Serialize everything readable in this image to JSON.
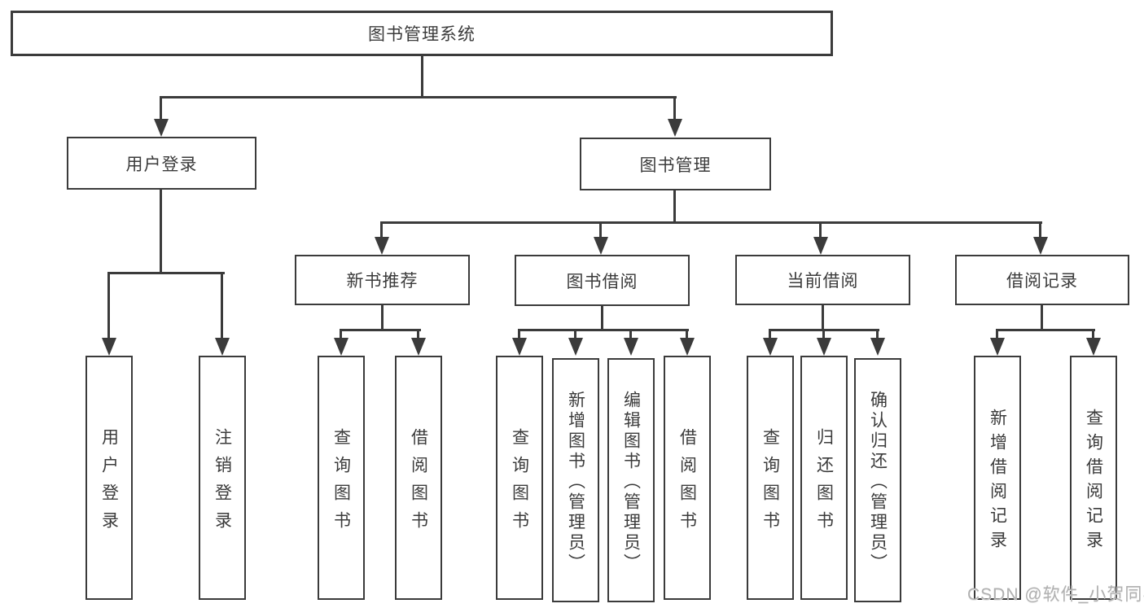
{
  "tree": {
    "root": {
      "label": "图书管理系统"
    },
    "branches": [
      {
        "label": "用户登录",
        "children": [
          {
            "label": "用户登录"
          },
          {
            "label": "注销登录"
          }
        ]
      },
      {
        "label": "图书管理",
        "sections": [
          {
            "label": "新书推荐",
            "children": [
              {
                "label": "查询图书"
              },
              {
                "label": "借阅图书"
              }
            ]
          },
          {
            "label": "图书借阅",
            "children": [
              {
                "label": "查询图书"
              },
              {
                "label": "新增图书（管理员）"
              },
              {
                "label": "编辑图书（管理员）"
              },
              {
                "label": "借阅图书"
              }
            ]
          },
          {
            "label": "当前借阅",
            "children": [
              {
                "label": "查询图书"
              },
              {
                "label": "归还图书"
              },
              {
                "label": "确认归还（管理员）"
              }
            ]
          },
          {
            "label": "借阅记录",
            "children": [
              {
                "label": "新增借阅记录"
              },
              {
                "label": "查询借阅记录"
              }
            ]
          }
        ]
      }
    ]
  },
  "watermark": "CSDN @软件_小贺同学",
  "colors": {
    "line": "#3b3b3b",
    "box_border": "#3b3b3b",
    "text": "#3b3b3b",
    "watermark": "#b0b0b0",
    "background": "#ffffff"
  }
}
